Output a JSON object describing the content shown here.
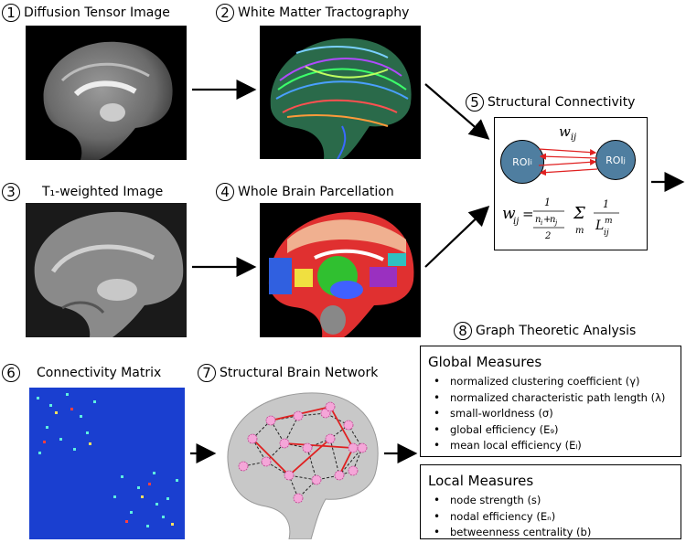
{
  "steps": [
    {
      "num": "1",
      "title": "Diffusion Tensor Image"
    },
    {
      "num": "2",
      "title": "White Matter Tractography"
    },
    {
      "num": "3",
      "title": "T₁-weighted Image"
    },
    {
      "num": "4",
      "title": "Whole Brain Parcellation"
    },
    {
      "num": "5",
      "title": "Structural Connectivity"
    },
    {
      "num": "6",
      "title": "Connectivity Matrix"
    },
    {
      "num": "7",
      "title": "Structural Brain Network"
    },
    {
      "num": "8",
      "title": "Graph Theoretic Analysis"
    }
  ],
  "connectivity": {
    "weight_label": "w",
    "weight_sub": "ij",
    "roi_left": "ROI",
    "roi_left_sub": "i",
    "roi_right": "ROI",
    "roi_right_sub": "j"
  },
  "global_measures": {
    "title": "Global Measures",
    "items": [
      "normalized clustering coefficient (γ)",
      "normalized characteristic path length (λ)",
      "small-worldness (σ)",
      "global efficiency (E₉)",
      "mean local efficiency (Eₗ)"
    ]
  },
  "local_measures": {
    "title": "Local Measures",
    "items": [
      "node strength (s)",
      "nodal efficiency (Eₙ)",
      "betweenness centrality (b)"
    ]
  },
  "colors": {
    "roi_fill": "#4f7ea0",
    "arrow_red": "#e02020",
    "matrix_bg": "#1a3fd0",
    "brain_gray": "#c8c8c8",
    "node_pink": "#f4a6d8"
  }
}
